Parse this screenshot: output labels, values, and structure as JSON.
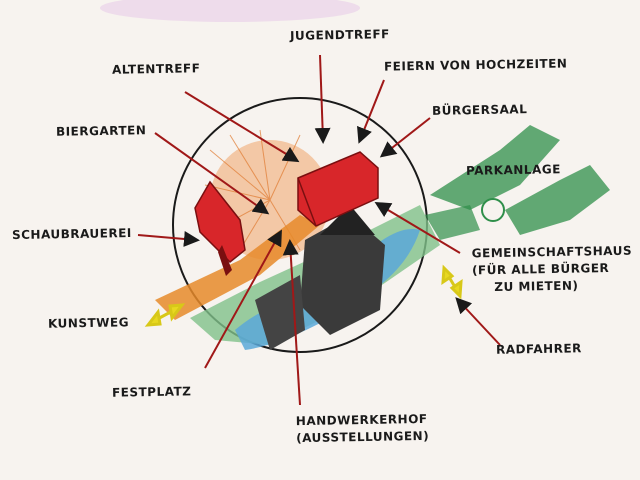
{
  "labels": {
    "jugendtreff": "JUGENDTREFF",
    "altentreff": "ALTENTREFF",
    "feiern": "FEIERN VON HOCHZEITEN",
    "buergersaal": "BÜRGERSAAL",
    "biergarten": "BIERGARTEN",
    "parkanlage": "PARKANLAGE",
    "schaubrauerei": "SCHAUBRAUEREI",
    "gemeinschaftshaus": [
      "GEMEINSCHAFTSHAUS",
      "(FÜR ALLE BÜRGER",
      "ZU MIETEN)"
    ],
    "kunstweg": "KUNSTWEG",
    "radfahrer": "RADFAHRER",
    "festplatz": "FESTPLATZ",
    "handwerkerhof": [
      "HANDWERKERHOF",
      "(AUSSTELLUNGEN)"
    ]
  },
  "colors": {
    "building_red": "#d8262a",
    "sun_orange": "#f0a46a",
    "path_orange": "#e6892a",
    "green": "#2f8f4a",
    "water_blue": "#5aa8d8",
    "church_dark": "#3a3a3a",
    "arrow_red": "#b01818",
    "double_arrow": "#e8d820"
  }
}
